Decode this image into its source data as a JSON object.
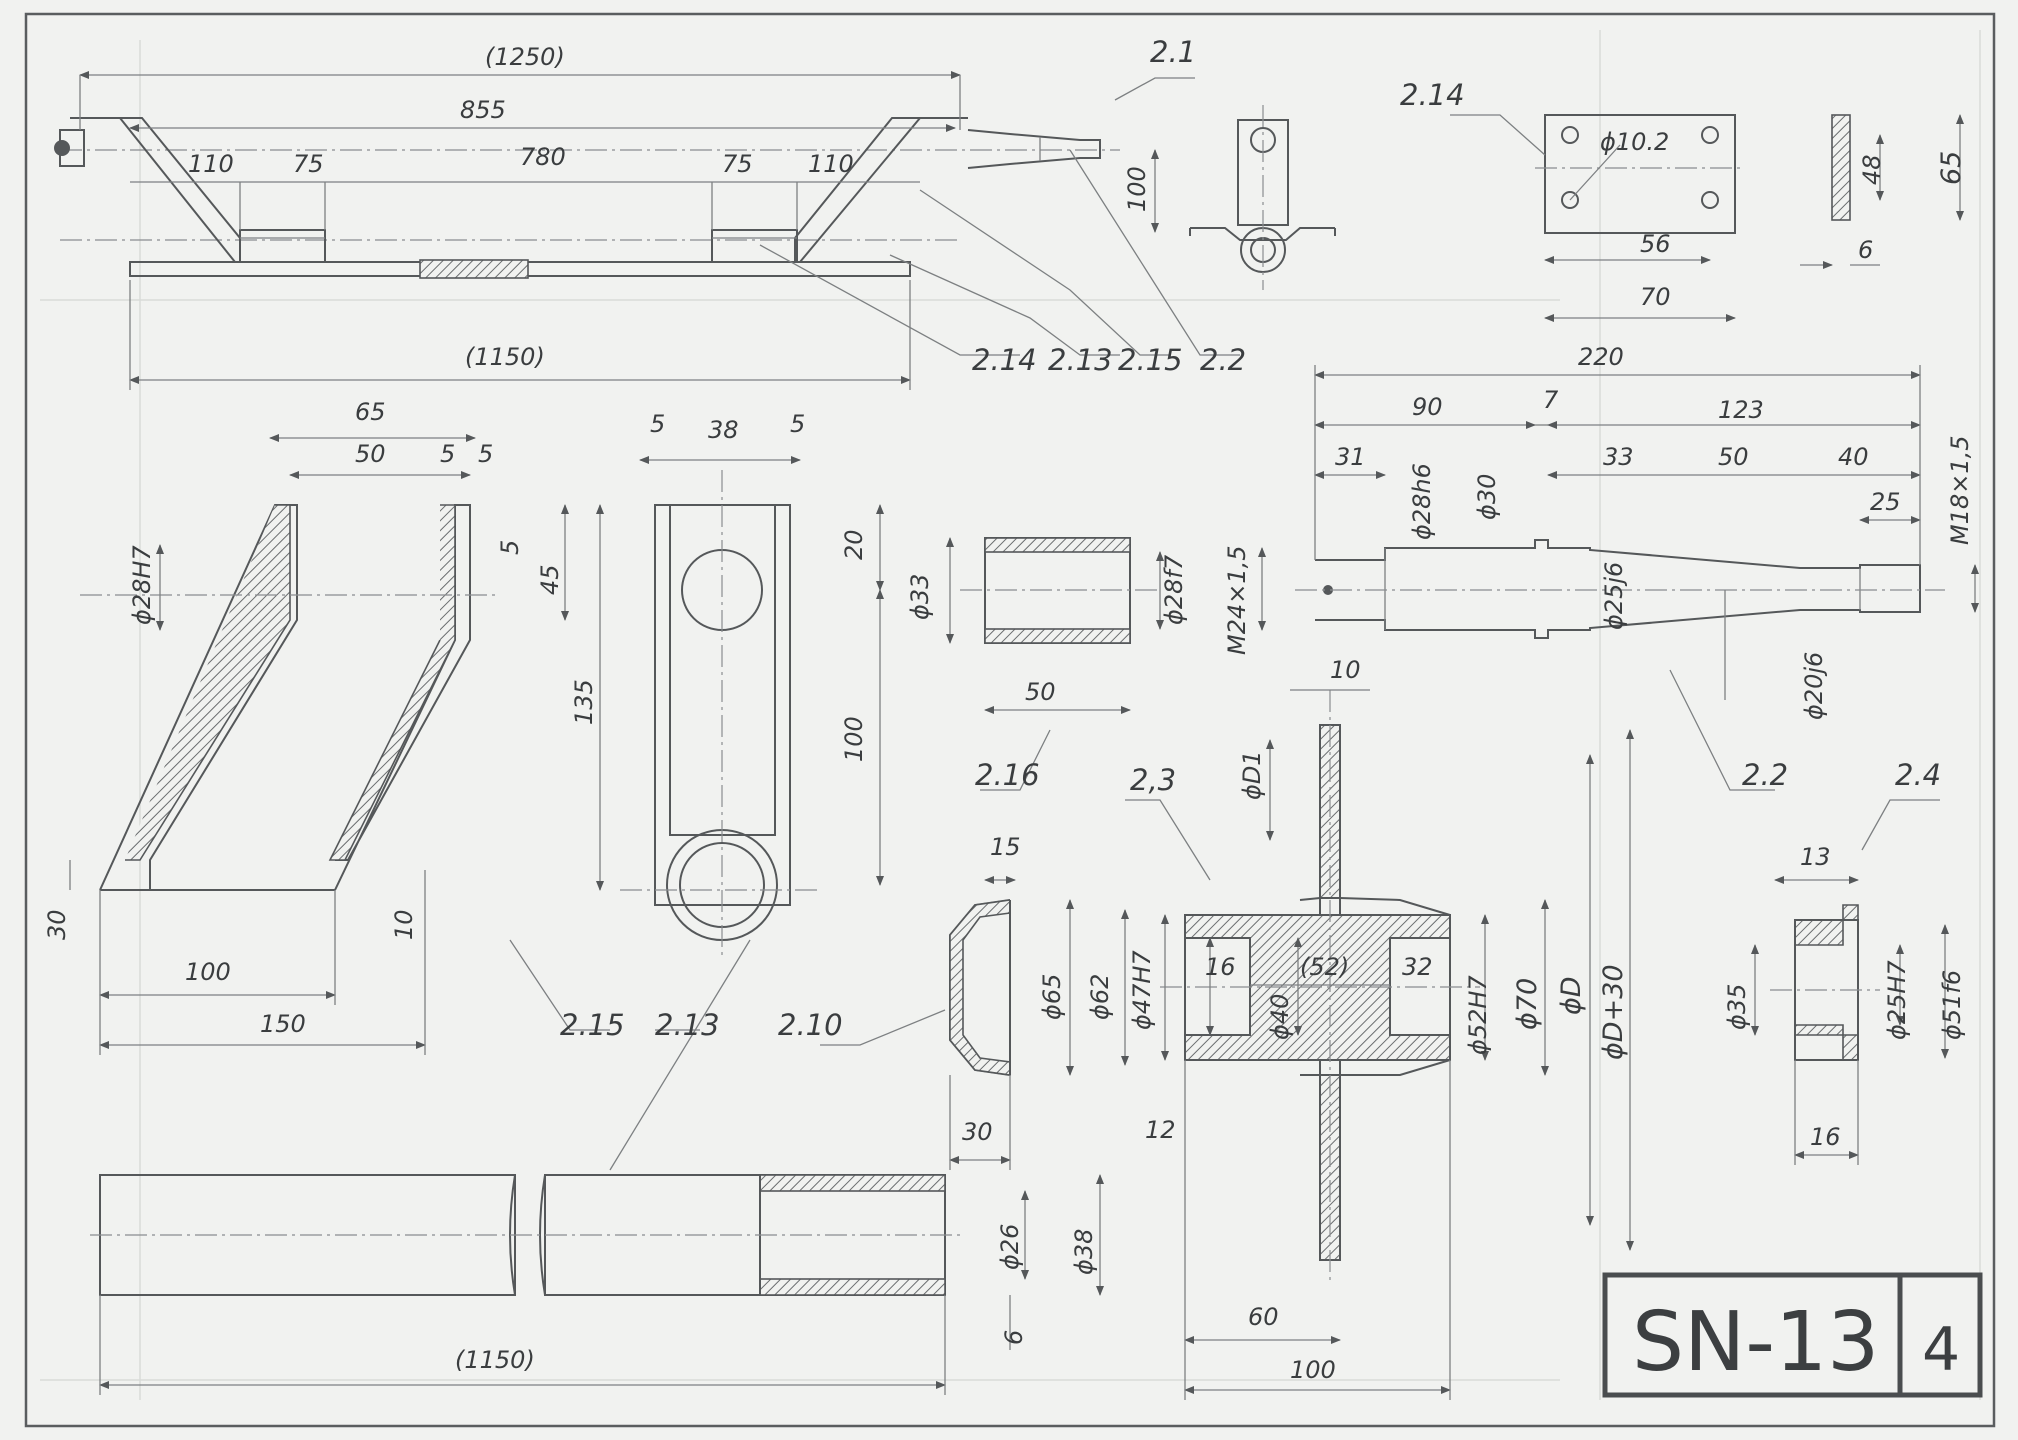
{
  "drawing": {
    "code": "SN-13",
    "sheet": "4"
  },
  "labels": {
    "l_2_1": "2.1",
    "l_2_14_a": "2.14",
    "l_2_14_b": "2.14",
    "l_2_13_a": "2.13",
    "l_2_15_a": "2.15",
    "l_2_2_a": "2.2",
    "l_2_16": "2.16",
    "l_2_3": "2,3",
    "l_2_2_b": "2.2",
    "l_2_4": "2.4",
    "l_2_15_b": "2.15",
    "l_2_13_b": "2.13",
    "l_2_10": "2.10"
  },
  "dims": {
    "d_1250": "(1250)",
    "d_855": "855",
    "d_110a": "110",
    "d_75a": "75",
    "d_780": "780",
    "d_75b": "75",
    "d_110b": "110",
    "d_100top": "100",
    "d_1150top": "(1150)",
    "d_phi102": "ϕ10.2",
    "d_48": "48",
    "d_65r": "65",
    "d_56": "56",
    "d_70": "70",
    "d_6r": "6",
    "d_65b": "65",
    "d_50b": "50",
    "d_5a": "5",
    "d_5b": "5",
    "d_phi28h7": "ϕ28H7",
    "d_5c": "5",
    "d_45": "45",
    "d_135": "135",
    "d_30": "30",
    "d_10": "10",
    "d_100b": "100",
    "d_150": "150",
    "d_5d": "5",
    "d_38": "38",
    "d_5e": "5",
    "d_20": "20",
    "d_100c": "100",
    "d_phi33": "ϕ33",
    "d_phi28f7": "ϕ28f7",
    "d_50c": "50",
    "d_m24": "M24×1,5",
    "d_220": "220",
    "d_90": "90",
    "d_7": "7",
    "d_123": "123",
    "d_31": "31",
    "d_phi28h6": "ϕ28h6",
    "d_phi30": "ϕ30",
    "d_33": "33",
    "d_50d": "50",
    "d_40": "40",
    "d_25": "25",
    "d_m18": "M18×1,5",
    "d_phi25j6": "ϕ25j6",
    "d_phi20j6": "ϕ20j6",
    "d_10b": "10",
    "d_phiD1": "ϕD1",
    "d_15": "15",
    "d_phi65": "ϕ65",
    "d_phi62": "ϕ62",
    "d_phi47h7": "ϕ47H7",
    "d_16a": "16",
    "d_52": "(52)",
    "d_32": "32",
    "d_phi40": "ϕ40",
    "d_phi52h7": "ϕ52H7",
    "d_phi70": "ϕ70",
    "d_phiD": "ϕD",
    "d_phiD30": "ϕD+30",
    "d_30b": "30",
    "d_12": "12",
    "d_60": "60",
    "d_100d": "100",
    "d_13": "13",
    "d_phi35": "ϕ35",
    "d_phi25h7": "ϕ25H7",
    "d_phi51f6": "ϕ51f6",
    "d_16b": "16",
    "d_phi26": "ϕ26",
    "d_phi38": "ϕ38",
    "d_6b": "6",
    "d_1150b": "(1150)"
  }
}
